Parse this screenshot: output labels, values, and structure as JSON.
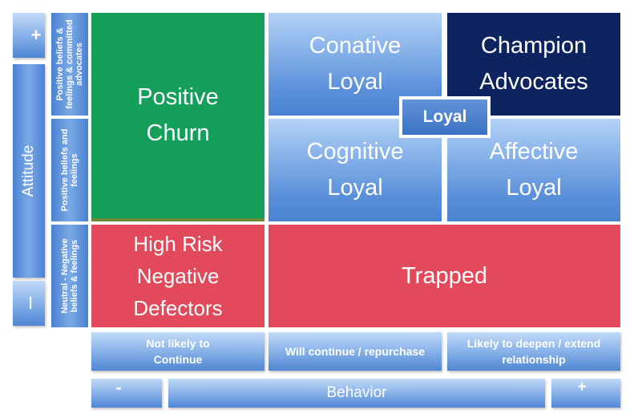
{
  "axis_y": {
    "label": "Attitude",
    "plus": "+",
    "minus": "I",
    "rows": [
      "Positive beliefs & feelings & committed advocates",
      "Positive beliefs and feelings",
      "Neutral - Negative beliefs & feelings"
    ]
  },
  "axis_x": {
    "label": "Behavior",
    "minus": "-",
    "plus": "+",
    "columns": [
      "Not likely to Continue",
      "Will continue / repurchase",
      "Likely to deepen / extend relationship"
    ]
  },
  "cells": {
    "positive_churn": "Positive Churn",
    "conative_loyal": "Conative Loyal",
    "champion_advocates": "Champion Advocates",
    "cognitive_loyal": "Cognitive Loyal",
    "affective_loyal": "Affective Loyal",
    "high_risk": "High Risk Negative Defectors",
    "trapped": "Trapped",
    "loyal": "Loyal"
  },
  "colors": {
    "green": "#14a05a",
    "navy": "#0d2461",
    "red": "#e24a5b",
    "blue": "#5a90da"
  }
}
